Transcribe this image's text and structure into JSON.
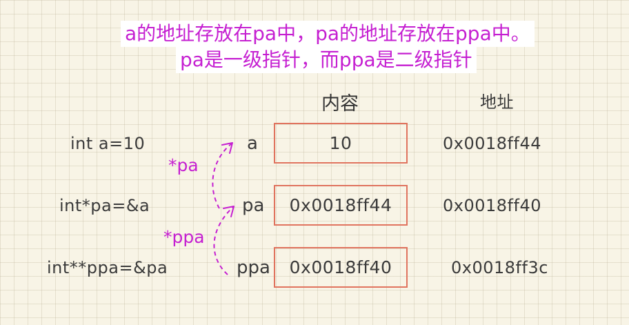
{
  "title": {
    "line1": "a的地址存放在pa中，pa的地址存放在ppa中。",
    "line2": "pa是一级指针，而ppa是二级指针"
  },
  "headers": {
    "content": "内容",
    "address": "地址"
  },
  "rows": [
    {
      "declaration": "int a=10",
      "name": "a",
      "content": "10",
      "address": "0x0018ff44"
    },
    {
      "declaration": "int*pa=&a",
      "name": "pa",
      "content": "0x0018ff44",
      "address": "0x0018ff40"
    },
    {
      "declaration": "int**ppa=&pa",
      "name": "ppa",
      "content": "0x0018ff40",
      "address": "0x0018ff3c"
    }
  ],
  "derefs": {
    "pa": "*pa",
    "ppa": "*ppa"
  },
  "colors": {
    "title": "#c51fd1",
    "cell_border": "#e0735e",
    "arrow": "#c51fd1",
    "background": "#f8f4e6"
  }
}
